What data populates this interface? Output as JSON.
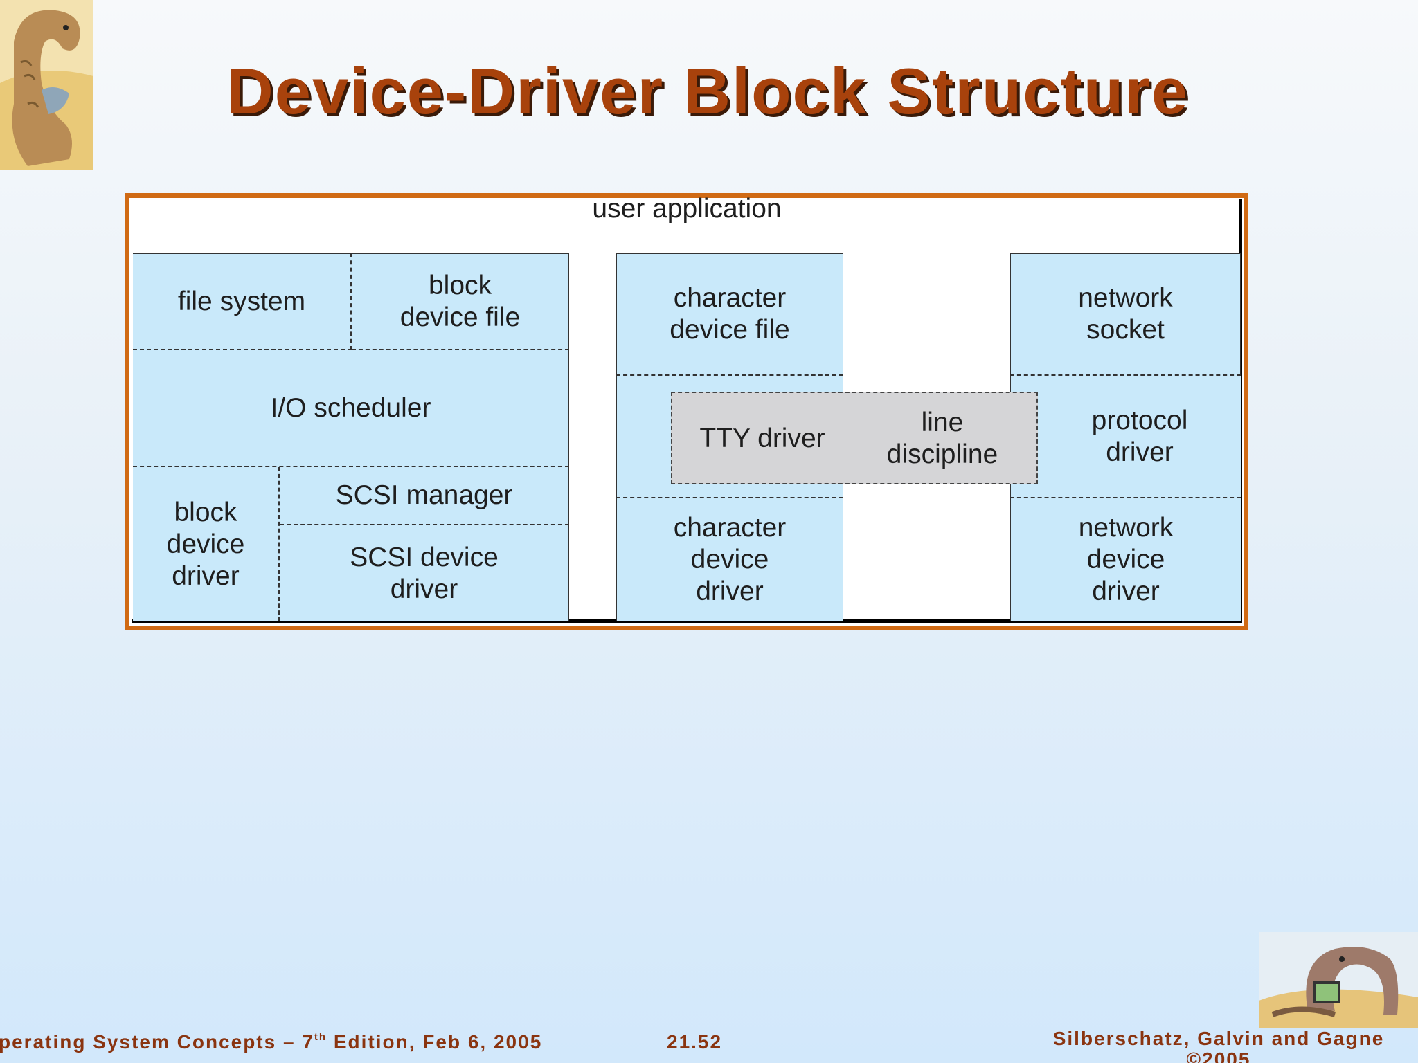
{
  "slide": {
    "title": "Device-Driver Block Structure"
  },
  "diagram": {
    "user_application": "user application",
    "block_stack": {
      "file_system": "file system",
      "block_device_file": "block\ndevice file",
      "io_scheduler": "I/O scheduler",
      "block_device_driver": "block\ndevice\ndriver",
      "scsi_manager": "SCSI manager",
      "scsi_device_driver": "SCSI device\ndriver"
    },
    "character_stack": {
      "character_device_file": "character\ndevice file",
      "tty_driver": "TTY driver",
      "line_discipline": "line\ndiscipline",
      "character_device_driver": "character\ndevice\ndriver"
    },
    "network_stack": {
      "network_socket": "network\nsocket",
      "protocol_driver": "protocol\ndriver",
      "network_device_driver": "network\ndevice\ndriver"
    }
  },
  "footer": {
    "left_prefix": "perating System Concepts – 7",
    "left_sup": "th",
    "left_suffix": " Edition, Feb 6, 2005",
    "page_number": "21.52",
    "right_line1": "Silberschatz, Galvin and Gagne",
    "right_line2": "©2005"
  },
  "colors": {
    "title": "#a8420c",
    "frame_border": "#d06a14",
    "cell_fill": "#c9e9fa",
    "tty_fill": "#d5d5d7",
    "footer_text": "#8a3410"
  },
  "icons": {
    "top_left": "dinosaur-reading-icon",
    "bottom_right": "dinosaur-laptop-icon"
  }
}
